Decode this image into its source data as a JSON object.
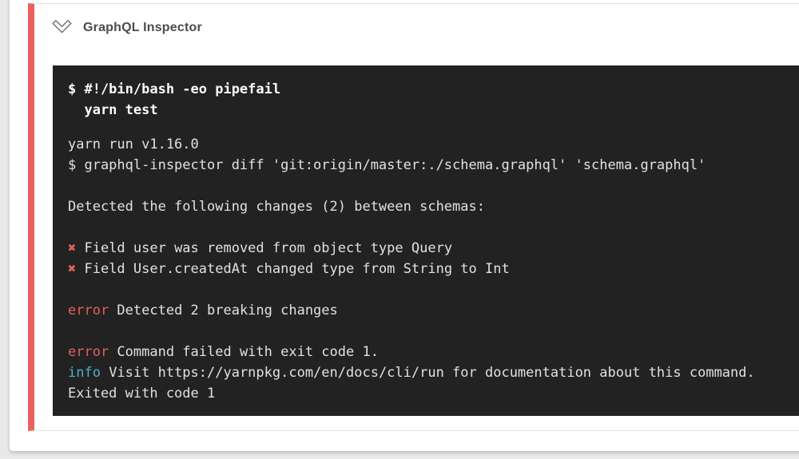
{
  "colors": {
    "page_bg": "#e9e9e9",
    "panel_bg": "#ffffff",
    "card_border": "#e1e1e1",
    "accent_red": "#ea5f5f",
    "terminal_bg": "#222222",
    "terminal_text": "#e3e1de",
    "terminal_bright": "#fafafa",
    "token_red": "#e3605c",
    "token_cyan": "#48b2c5",
    "header_text": "#4c4c4c",
    "icon_gray": "#6e6e6e"
  },
  "step": {
    "title": "GraphQL Inspector"
  },
  "terminal": {
    "command_lines": [
      "$ #!/bin/bash -eo pipefail",
      "  yarn test"
    ],
    "output_lines": [
      [
        {
          "t": "yarn run v1.16.0"
        }
      ],
      [
        {
          "t": "$ graphql-inspector diff 'git:origin/master:./schema.graphql' 'schema.graphql'"
        }
      ],
      [],
      [
        {
          "t": "Detected the following changes (2) between schemas:"
        }
      ],
      [],
      [
        {
          "t": "✖",
          "c": "red"
        },
        {
          "t": " Field user was removed from object type Query"
        }
      ],
      [
        {
          "t": "✖",
          "c": "red"
        },
        {
          "t": " Field User.createdAt changed type from String to Int"
        }
      ],
      [],
      [
        {
          "t": "error",
          "c": "red"
        },
        {
          "t": " Detected 2 breaking changes"
        }
      ],
      [],
      [
        {
          "t": "error",
          "c": "red"
        },
        {
          "t": " Command failed with exit code 1."
        }
      ],
      [
        {
          "t": "info",
          "c": "cyan"
        },
        {
          "t": " Visit https://yarnpkg.com/en/docs/cli/run for documentation about this command."
        }
      ],
      [
        {
          "t": "Exited with code 1"
        }
      ]
    ]
  }
}
